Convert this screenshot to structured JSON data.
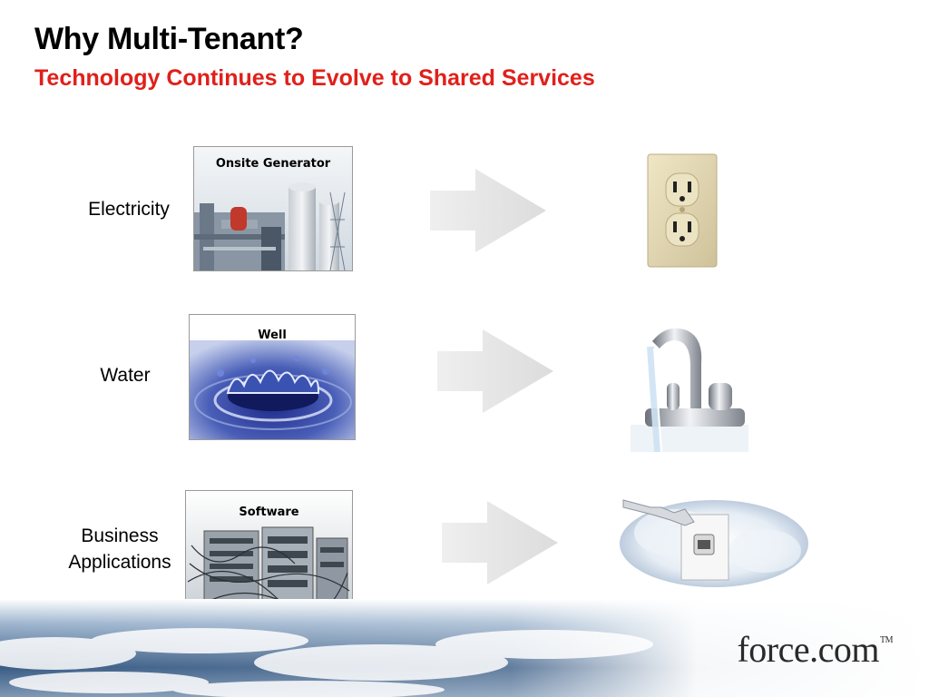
{
  "title": "Why Multi-Tenant?",
  "subtitle": "Technology Continues to Evolve to Shared Services",
  "rows": [
    {
      "label": "Electricity",
      "before_caption": "Onsite Generator",
      "before_icon": "power-plant-photo",
      "after_icon": "wall-outlet-photo"
    },
    {
      "label": "Water",
      "before_caption": "Well",
      "before_icon": "water-splash-photo",
      "after_icon": "faucet-photo"
    },
    {
      "label": "Business Applications",
      "before_caption": "Software",
      "before_icon": "server-rack-photo",
      "after_icon": "network-cloud-photo"
    }
  ],
  "brand": {
    "name": "force.com",
    "tm": "TM"
  },
  "colors": {
    "title": "#000000",
    "subtitle": "#e0201b",
    "arrow": "#e6e6e6"
  }
}
